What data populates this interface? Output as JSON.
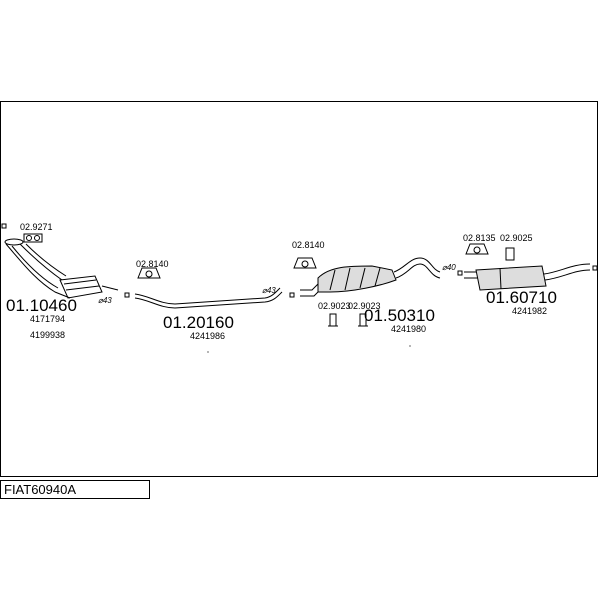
{
  "title": "FIAT60940A",
  "parts": [
    {
      "number": "01.10460",
      "oem": [
        "4171794",
        "4199938"
      ]
    },
    {
      "number": "01.20160",
      "oem": [
        "4241986"
      ]
    },
    {
      "number": "01.50310",
      "oem": [
        "4241980"
      ]
    },
    {
      "number": "01.60710",
      "oem": [
        "4241982"
      ]
    }
  ],
  "accessories": [
    {
      "number": "02.9271"
    },
    {
      "number": "02.8140"
    },
    {
      "number": "02.8140"
    },
    {
      "number": "02.9023"
    },
    {
      "number": "02.9023"
    },
    {
      "number": "02.8135"
    },
    {
      "number": "02.9025"
    }
  ],
  "diameters": [
    "⌀43",
    "⌀43",
    "⌀40"
  ]
}
